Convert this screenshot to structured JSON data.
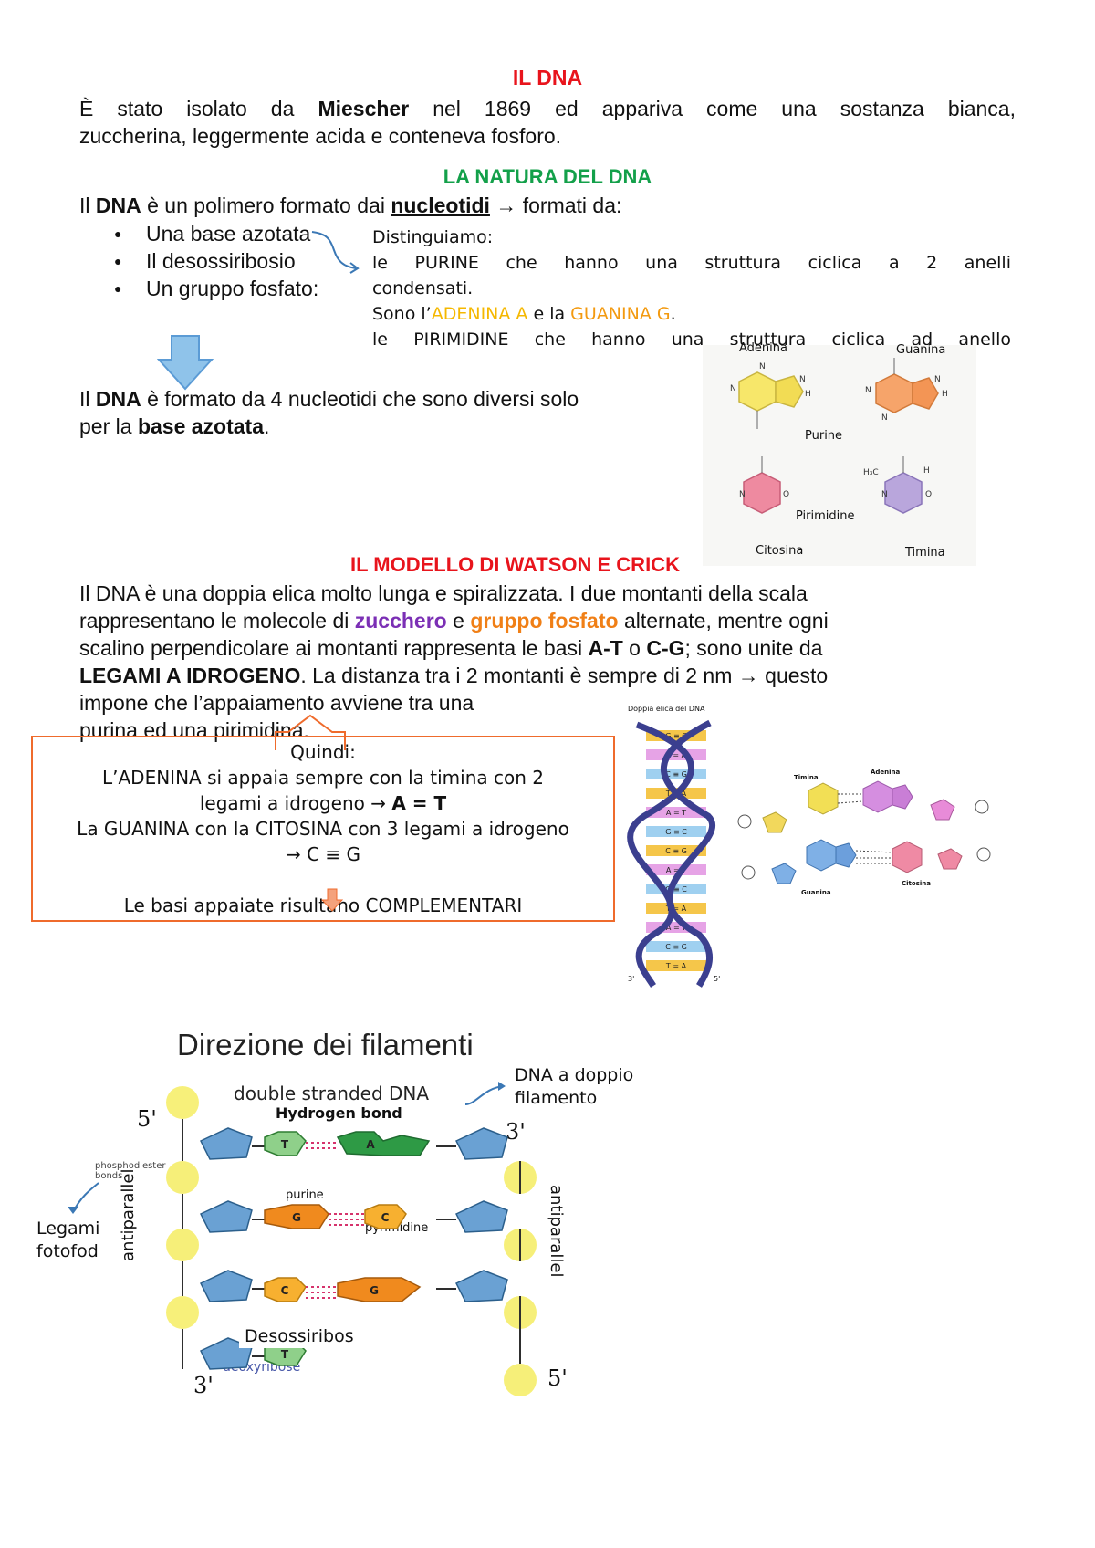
{
  "headings": {
    "dna": "IL DNA",
    "natura": "LA NATURA DEL DNA",
    "watson_crick": "IL MODELLO DI WATSON E CRICK"
  },
  "intro": {
    "p1_a": "È stato isolato da ",
    "p1_bold": "Miescher",
    "p1_b": " nel 1869 ed appariva come una sostanza bianca,",
    "p2": "zuccherina, leggermente acida e conteneva fosforo."
  },
  "natura": {
    "line_a": "Il ",
    "line_bold": "DNA",
    "line_b": " è un polimero formato dai ",
    "line_underline": "nucleotidi",
    "line_arrow": " → formati da:",
    "bullets": [
      "Una base azotata",
      "Il desossiribosio",
      "Un gruppo fosfato:"
    ]
  },
  "distinguiamo": {
    "title": "Distinguiamo:",
    "l1_a": "le ",
    "l1_b": "PURINE",
    "l1_c": " che hanno una struttura ciclica a 2 anelli",
    "l2": "condensati.",
    "l3_a": "Sono l’",
    "l3_b": "ADENINA A",
    "l3_c": " e la ",
    "l3_d": "GUANINA G",
    "l3_e": ".",
    "l4_a": "le ",
    "l4_b": "PIRIMIDINE",
    "l4_c": " che hanno una struttura ciclica ad anello"
  },
  "four_nucleotides": {
    "l1_a": "Il ",
    "l1_bold": "DNA",
    "l1_b": " è formato da 4 nucleotidi che sono diversi solo",
    "l2_a": "per la ",
    "l2_bold": "base azotata",
    "l2_b": "."
  },
  "bases_figure": {
    "adenina": "Adenina",
    "guanina": "Guanina",
    "purine": "Purine",
    "pirimidine": "Pirimidine",
    "citosina": "Citosina",
    "timina": "Timina"
  },
  "watson": {
    "l1": "Il DNA è una doppia elica molto lunga e spiralizzata. I due montanti della scala",
    "l2_a": "rappresentano le molecole di ",
    "l2_b": "zucchero",
    "l2_c": " e ",
    "l2_d": "gruppo fosfato",
    "l2_e": " alternate, mentre ogni",
    "l3_a": "scalino perpendicolare ai montanti rappresenta le basi ",
    "l3_b": "A-T",
    "l3_c": " o ",
    "l3_d": "C-G",
    "l3_e": "; sono unite da",
    "l4_a": "LEGAMI A IDROGENO",
    "l4_b": ". La distanza tra i 2 montanti è sempre di 2 nm → questo",
    "l5": "impone che l’appaiamento avviene tra una",
    "l6": "purina ed una pirimidina."
  },
  "quindi_box": {
    "title": "Quindi:",
    "l1": "L’ADENINA si appaia sempre con la timina con 2",
    "l2_a": "legami a idrogeno → ",
    "l2_b": "A = T",
    "l3": "La GUANINA con la CITOSINA con 3 legami a idrogeno",
    "l4_a": "→ ",
    "l4_b": "C ≡ G",
    "l5_a": "Le basi appaiate risultano ",
    "l5_b": "COMPLEMENTARI"
  },
  "helix_figure": {
    "title": "Doppia elica del DNA",
    "pairs": [
      "G ≡ C",
      "T = A",
      "C ≡ G",
      "T = A",
      "A = T",
      "G ≡ C",
      "C ≡ G",
      "A = T",
      "G ≡ C",
      "T = A",
      "A = T",
      "C ≡ G",
      "T = A"
    ],
    "end_3": "3'",
    "end_5": "5'"
  },
  "pair_figure": {
    "timina": "Timina",
    "adenina": "Adenina",
    "guanina": "Guanina",
    "citosina": "Citosina"
  },
  "direction_figure": {
    "title": "Direzione dei filamenti",
    "double": "double stranded DNA",
    "hbond": "Hydrogen bond",
    "purine": "purine",
    "pyrimidine": "pyrimidine",
    "phospho": "phosphodiester bonds",
    "antiparallel": "antiparallel",
    "deoxyribose": "deoxyribose",
    "five_prime": "5'",
    "three_prime": "3'",
    "bases_row1": [
      "T",
      "A"
    ],
    "bases_row2": [
      "G",
      "C"
    ],
    "bases_row3": [
      "C",
      "G"
    ],
    "bases_row4": [
      "T"
    ]
  },
  "callouts": {
    "dna_doppio": "DNA a doppio filamento",
    "legami": "Legami fotofod",
    "desossiribos": "Desossiribos"
  }
}
